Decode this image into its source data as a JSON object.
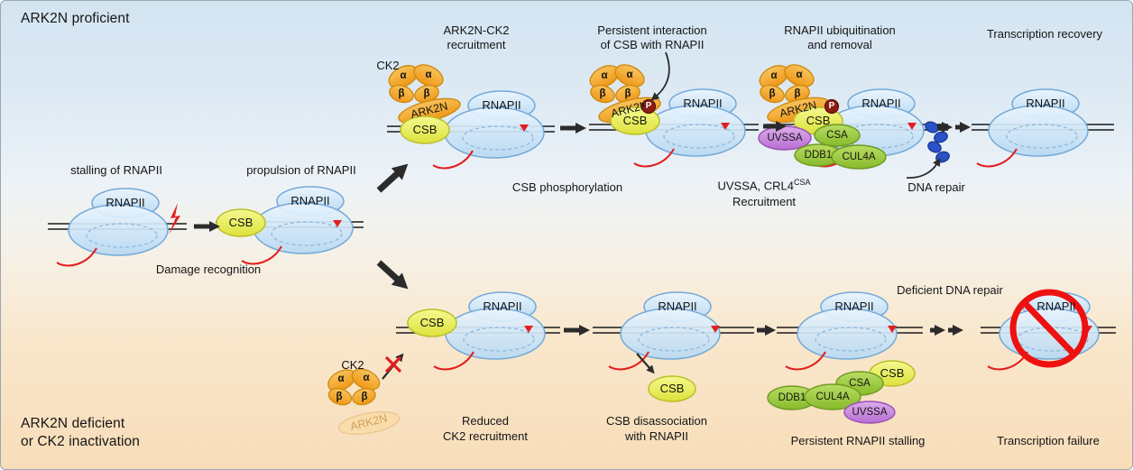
{
  "titles": {
    "top": "ARK2N proficient",
    "bottom_line1": "ARK2N deficient",
    "bottom_line2": "or CK2 inactivation"
  },
  "labels": {
    "stalling": "stalling of RNAPII",
    "propulsion": "propulsion of RNAPII",
    "damage_recognition": "Damage recognition",
    "step1_line1": "ARK2N-CK2",
    "step1_line2": "recruitment",
    "step2_line1": "Persistent interaction",
    "step2_line2": "of CSB with RNAPII",
    "csb_phosphorylation": "CSB phosphorylation",
    "step3_line1": "RNAPII ubiquitination",
    "step3_line2": "and removal",
    "uvssa_crl4": "UVSSA, CRL4",
    "uvssa_crl4_sup": "CSA",
    "recruitment": "Recruitment",
    "transcription_recovery": "Transcription recovery",
    "dna_repair": "DNA repair",
    "reduced_line1": "Reduced",
    "reduced_line2": "CK2 recruitment",
    "disassoc_line1": "CSB disassociation",
    "disassoc_line2": "with RNAPII",
    "persistent_stalling": "Persistent RNAPII stalling",
    "deficient_repair": "Deficient DNA repair",
    "transcription_failure": "Transcription failure"
  },
  "proteins": {
    "rnapii": "RNAPII",
    "csb": "CSB",
    "ck2": "CK2",
    "ark2n": "ARK2N",
    "alpha": "α",
    "beta": "β",
    "uvssa": "UVSSA",
    "csa": "CSA",
    "ddb1": "DDB1",
    "cul4a": "CUL4A",
    "phospho": "P"
  },
  "colors": {
    "background_top": "#d3e4f1",
    "background_bottom": "#f8ddb9",
    "rnapii_fill": "#cde5f8",
    "rnapii_stroke": "#74a9d8",
    "csb_fill": "#e9ee5a",
    "ck2_orange": "#f3a623",
    "green_complex": "#97c93d",
    "uvssa_purple": "#c77fd9",
    "ubiquitin_blue": "#2a52c8",
    "damage_red": "#e31e1e",
    "arrow_black": "#2b2b2b"
  }
}
